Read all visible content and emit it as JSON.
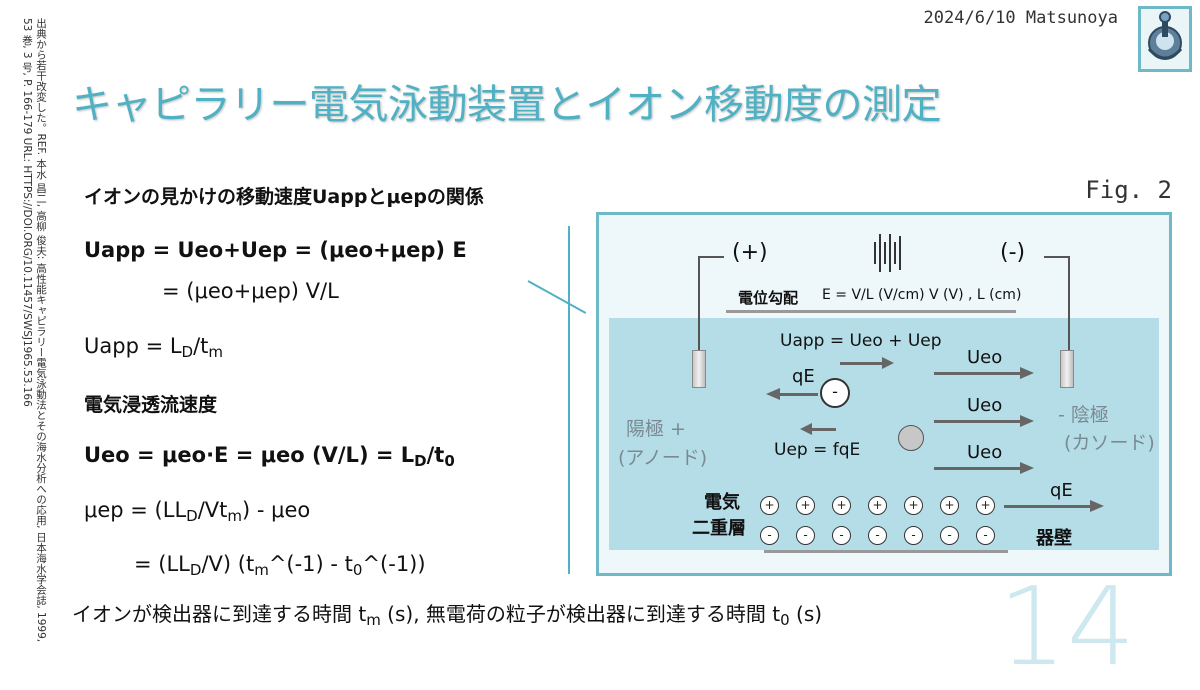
{
  "header": {
    "source_note": "出典から若干改変した。REF. 本水 昌二, 高柳 俊夫: 高性能キャピラリー電気泳動法とその海水分析への応用, 日本海水学会誌, 1999, 53 巻, 3 号, P. 166-179 URL: HTTPS://DOI.ORG/10.11457/SWSJ1965.53.166",
    "date_author": "2024/6/10 Matsunoya",
    "logo_icon": "anchor-mascot-icon"
  },
  "title": "キャピラリー電気泳動装置とイオン移動度の測定",
  "left": {
    "heading1": "イオンの見かけの移動速度Uappとμepの関係",
    "eq1": "Uapp = Ueo+Uep = (μeo+μep) E",
    "eq2": "= (μeo+μep) V/L",
    "eq3_pre": "Uapp = L",
    "eq3_sub1": "D",
    "eq3_mid": "/t",
    "eq3_sub2": "m",
    "heading2": "電気浸透流速度",
    "eq4_pre": "Ueo = μeo·E = μeo (V/L) = L",
    "eq4_sub1": "D",
    "eq4_mid": "/t",
    "eq4_sub2": "0",
    "eq5_pre": "μep = (LL",
    "eq5_sub1": "D",
    "eq5_mid": "/Vt",
    "eq5_sub2": "m",
    "eq5_post": ")  - μeo",
    "eq6_pre": "= (LL",
    "eq6_sub1": "D",
    "eq6_mid": "/V) (t",
    "eq6_sub2": "m",
    "eq6_mid2": "^(-1) - t",
    "eq6_sub3": "0",
    "eq6_post": "^(-1))"
  },
  "footer": {
    "line_pre": "イオンが検出器に到達する時間 t",
    "line_sub1": "m",
    "line_mid": " (s), 無電荷の粒子が検出器に到達する時間 t",
    "line_sub2": "0",
    "line_post": " (s)"
  },
  "fig_label": "Fig. 2",
  "page_number": "14",
  "figure": {
    "plus_terminal": "(+)",
    "minus_terminal": "(-)",
    "gradient_label": "電位勾配",
    "gradient_formula": "E = V/L  (V/cm)  V  (V) , L  (cm)",
    "uapp_eq": "Uapp = Ueo + Uep",
    "ueo1": "Ueo",
    "ueo2": "Ueo",
    "ueo3": "Ueo",
    "qE_left": "qE",
    "uep_eq": "Uep = fqE",
    "anode_line1": "陽極 +",
    "anode_line2": "(アノード)",
    "cathode_line1": "- 陰極",
    "cathode_line2": "(カソード)",
    "edl_line1": "電気",
    "edl_line2": "二重層",
    "qE_right": "qE",
    "wall": "器壁",
    "ion_sign": "-",
    "plus_sign": "+",
    "minus_sign": "-",
    "power_icon": "power-supply-icon"
  }
}
